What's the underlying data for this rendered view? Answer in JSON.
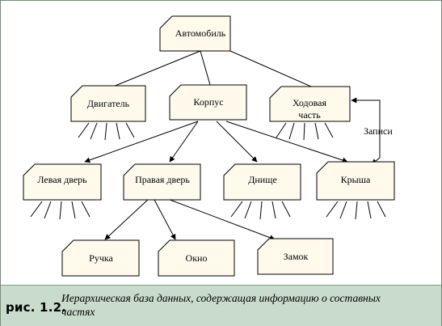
{
  "diagram": {
    "nodes": {
      "auto": "Автомобиль",
      "engine": "Двигатель",
      "body": "Корпус",
      "chassis_1": "Ходовая",
      "chassis_2": "часть",
      "left_door": "Левая дверь",
      "right_door": "Правая дверь",
      "bottom": "Днище",
      "roof": "Крыша",
      "handle": "Ручка",
      "window": "Окно",
      "lock": "Замок"
    },
    "edge_label": "Записи"
  },
  "caption": {
    "number": "рис. 1.2.",
    "text": "Иерархическая база данных, содержащая информацию о составных частях"
  },
  "colors": {
    "node_fill": "#fffaec",
    "node_stroke": "#000000",
    "caption_bg": "#c9dccb"
  }
}
